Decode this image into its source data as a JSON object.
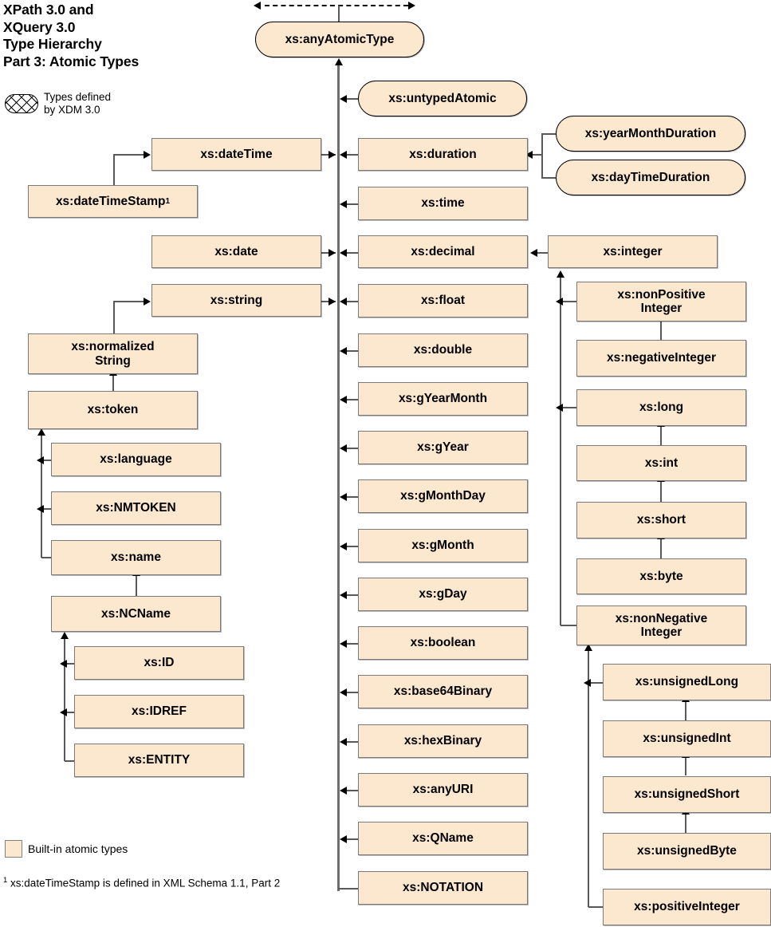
{
  "title": "XPath 3.0 and\nXQuery 3.0\nType Hierarchy\nPart 3: Atomic Types",
  "legend": {
    "xdm_label": "Types defined\nby XDM 3.0",
    "builtin_label": "Built-in atomic types",
    "footnote_marker": "1",
    "footnote_text": " xs:dateTimeStamp is defined in XML Schema 1.1, Part 2"
  },
  "colors": {
    "node_fill": "#fce8cf",
    "node_border": "#7a7a7a",
    "round_border": "#000000",
    "connector": "#595959",
    "background": "#ffffff"
  },
  "nodes": {
    "any_atomic_type": "xs:anyAtomicType",
    "untyped_atomic": "xs:untypedAtomic",
    "date_time": "xs:dateTime",
    "date_time_stamp": "xs:dateTimeStamp",
    "date_time_stamp_footnote": "1",
    "duration": "xs:duration",
    "year_month_duration": "xs:yearMonthDuration",
    "day_time_duration": "xs:dayTimeDuration",
    "time": "xs:time",
    "date": "xs:date",
    "decimal": "xs:decimal",
    "integer": "xs:integer",
    "string": "xs:string",
    "float": "xs:float",
    "non_positive_integer": "xs:nonPositive\nInteger",
    "normalized_string": "xs:normalized\nString",
    "double": "xs:double",
    "negative_integer": "xs:negativeInteger",
    "token": "xs:token",
    "g_year_month": "xs:gYearMonth",
    "long": "xs:long",
    "language": "xs:language",
    "g_year": "xs:gYear",
    "int": "xs:int",
    "nmtoken": "xs:NMTOKEN",
    "g_month_day": "xs:gMonthDay",
    "short": "xs:short",
    "name": "xs:name",
    "g_month": "xs:gMonth",
    "byte": "xs:byte",
    "nc_name": "xs:NCName",
    "g_day": "xs:gDay",
    "non_negative_integer": "xs:nonNegative\nInteger",
    "id": "xs:ID",
    "boolean": "xs:boolean",
    "unsigned_long": "xs:unsignedLong",
    "idref": "xs:IDREF",
    "base64_binary": "xs:base64Binary",
    "unsigned_int": "xs:unsignedInt",
    "entity": "xs:ENTITY",
    "hex_binary": "xs:hexBinary",
    "unsigned_short": "xs:unsignedShort",
    "any_uri": "xs:anyURI",
    "unsigned_byte": "xs:unsignedByte",
    "qname": "xs:QName",
    "notation": "xs:NOTATION",
    "positive_integer": "xs:positiveInteger"
  }
}
